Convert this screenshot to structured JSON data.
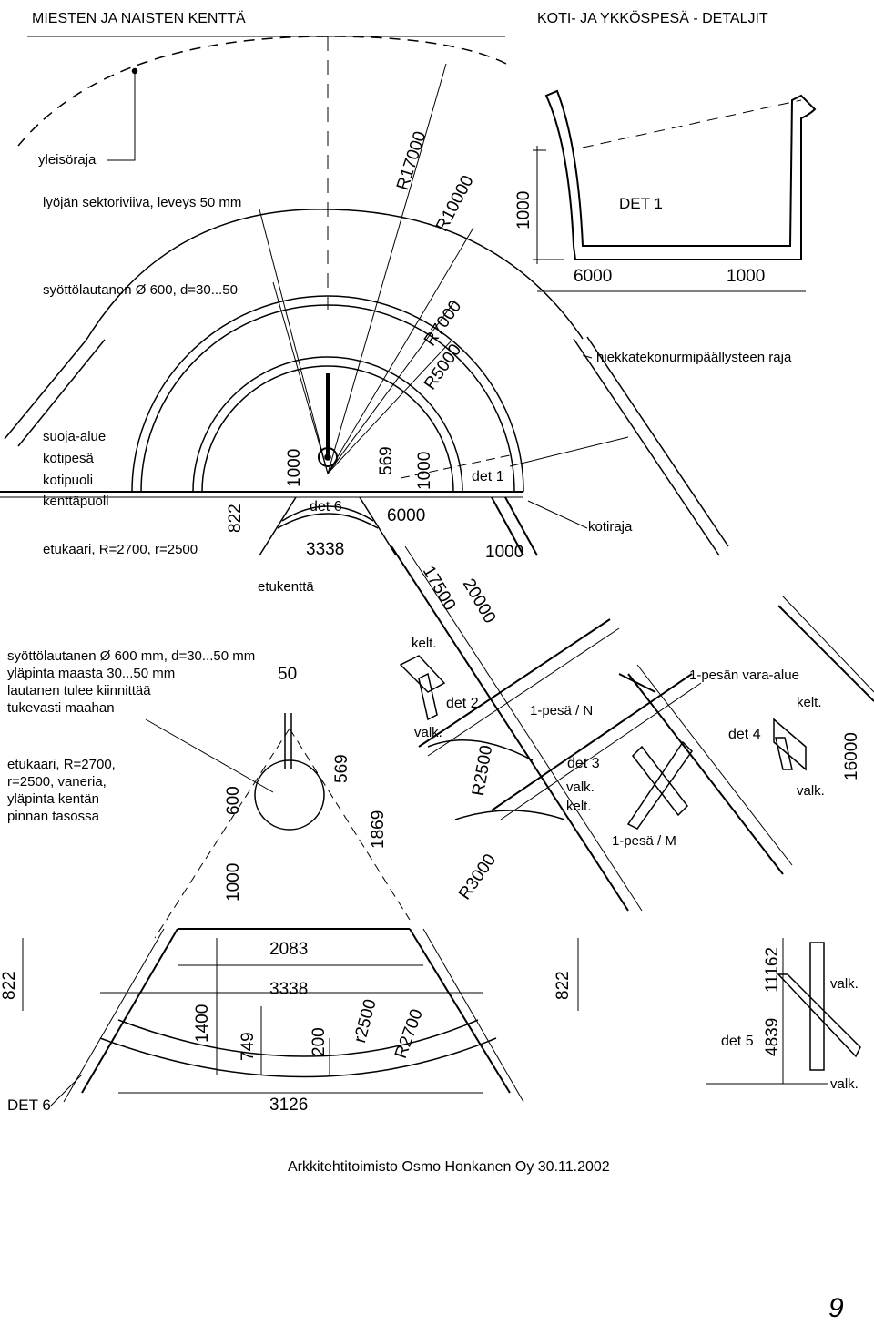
{
  "header": {
    "left_title": "MIESTEN JA NAISTEN KENTTÄ",
    "right_title": "KOTI- JA YKKÖSPESÄ - DETALJIT"
  },
  "labels": {
    "yleisoraja": "yleisöraja",
    "lyojan": "lyöjän sektoriviiva, leveys 50 mm",
    "syottolautanen_top": "syöttölautanen Ø 600, d=30...50",
    "hiekka": "hiekkatekonurmipäällysteen raja",
    "suoja_alue": "suoja-alue",
    "kotipesa": "kotipesä",
    "kotipuoli": "kotipuoli",
    "kenttapuoli": "kenttäpuoli",
    "etukaari_top": "etukaari, R=2700, r=2500",
    "etukentta": "etukenttä",
    "kotiraja": "kotiraja",
    "det1_box": "DET 1",
    "det1_tag": "det 1",
    "det6_tag": "det 6",
    "det2": "det 2",
    "det3": "det 3",
    "det4": "det 4",
    "det5": "det 5",
    "det6_box": "DET 6",
    "kelt": "kelt.",
    "valk": "valk.",
    "pesa1n": "1-pesä / N",
    "pesa1m": "1-pesä / M",
    "vara_alue": "1-pesän vara-alue",
    "footer": "Arkkitehtitoimisto Osmo Honkanen Oy  30.11.2002",
    "page_number": "9"
  },
  "notes": {
    "syotto_note": [
      "syöttölautanen Ø 600 mm, d=30...50 mm",
      "yläpinta maasta 30...50 mm",
      "lautanen tulee kiinnittää",
      "tukevasti maahan"
    ],
    "etukaari_note": [
      "etukaari, R=2700,",
      "r=2500, vaneria,",
      "yläpinta kentän",
      "pinnan tasossa"
    ]
  },
  "dimensions": {
    "r17000": "R17000",
    "r10000": "R10000",
    "r7000": "R7000",
    "r5000": "R5000",
    "d1000_det1": "1000",
    "d6000_det1": "6000",
    "d1000_det1b": "1000",
    "d1000_v": "1000",
    "d569_v": "569",
    "d1000_v2": "1000",
    "d822": "822",
    "d6000": "6000",
    "d3338": "3338",
    "d1000_h": "1000",
    "d17500": "17500",
    "d20000": "20000",
    "d50": "50",
    "d569b": "569",
    "d600": "600",
    "d1869": "1869",
    "d1000_c": "1000",
    "r2500": "R2500",
    "r3000": "R3000",
    "d16000": "16000",
    "d2083": "2083",
    "d3338b": "3338",
    "d822_left": "822",
    "d822_right": "822",
    "d1400": "1400",
    "d749": "749",
    "d200": "200",
    "r2500_small": "r2500",
    "r2700": "R2700",
    "d3126": "3126",
    "d11162": "11162",
    "d4839": "4839"
  }
}
